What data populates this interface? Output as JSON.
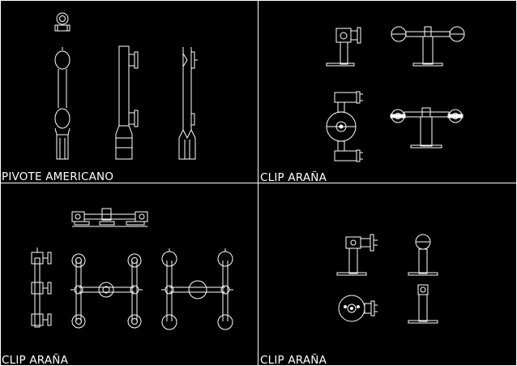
{
  "panels": [
    {
      "label": "PIVOTE AMERICANO"
    },
    {
      "label": "CLIP ARAÑA"
    },
    {
      "label": "CLIP ARAÑA"
    },
    {
      "label": "CLIP ARAÑA"
    }
  ],
  "colors": {
    "background": "#000000",
    "lines": "#ffffff"
  }
}
